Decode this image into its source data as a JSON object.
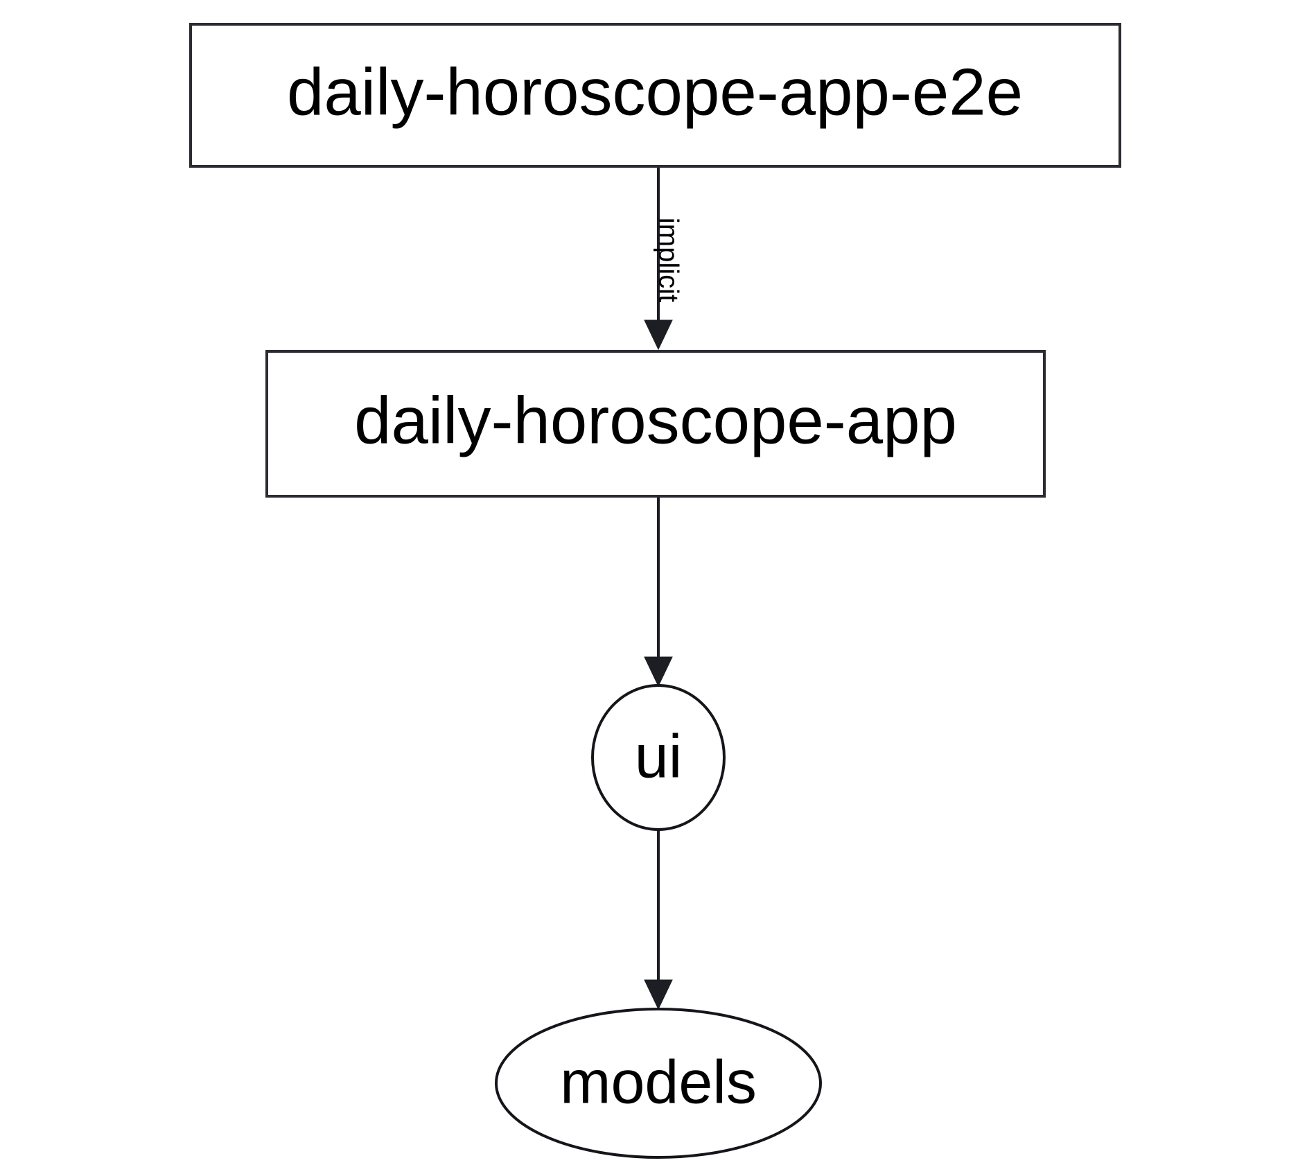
{
  "diagram": {
    "type": "dependency-graph",
    "background_color": "#ffffff",
    "stroke_color": "#1d1d24",
    "text_color": "#000000",
    "nodes": [
      {
        "id": "daily-horoscope-app-e2e",
        "label": "daily-horoscope-app-e2e",
        "shape": "rectangle"
      },
      {
        "id": "daily-horoscope-app",
        "label": "daily-horoscope-app",
        "shape": "rectangle"
      },
      {
        "id": "ui",
        "label": "ui",
        "shape": "ellipse"
      },
      {
        "id": "models",
        "label": "models",
        "shape": "ellipse"
      }
    ],
    "edges": [
      {
        "from": "daily-horoscope-app-e2e",
        "to": "daily-horoscope-app",
        "label": "implicit",
        "label_orientation": "vertical",
        "arrow": "to"
      },
      {
        "from": "daily-horoscope-app",
        "to": "ui",
        "label": "",
        "arrow": "to"
      },
      {
        "from": "ui",
        "to": "models",
        "label": "",
        "arrow": "to"
      }
    ]
  }
}
